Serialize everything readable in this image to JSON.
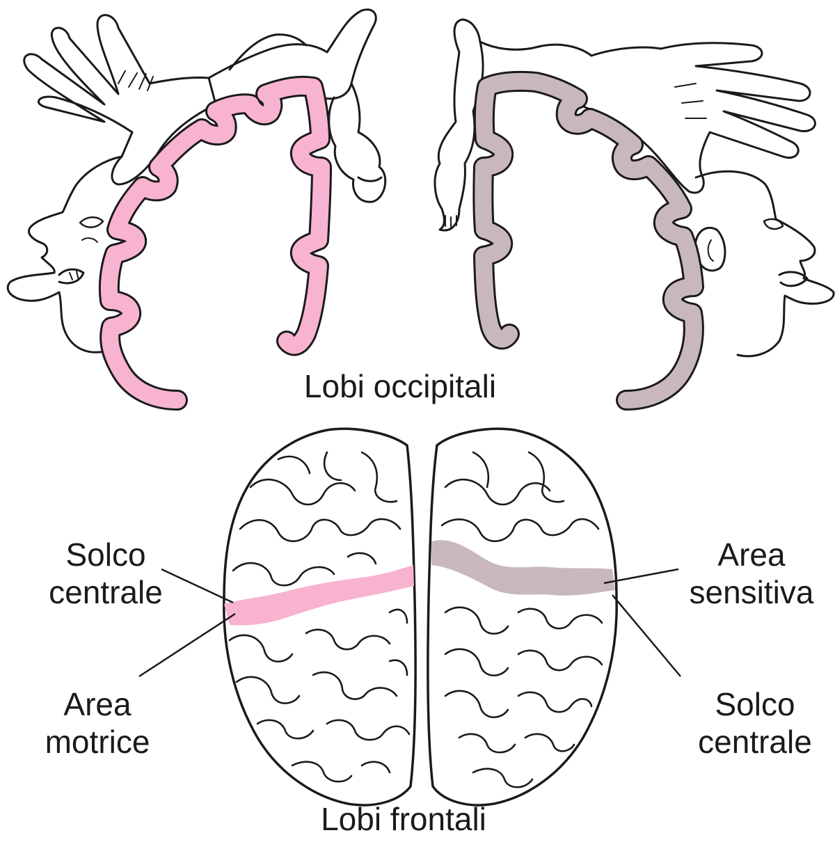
{
  "labels": {
    "occipital": "Lobi occipitali",
    "frontal": "Lobi frontali",
    "left_sulcus": [
      "Solco",
      "centrale"
    ],
    "left_area": [
      "Area",
      "motrice"
    ],
    "right_area": [
      "Area",
      "sensitiva"
    ],
    "right_sulcus": [
      "Solco",
      "centrale"
    ]
  },
  "colors": {
    "motor": "#f7b3cf",
    "sensory": "#c9b7bf",
    "ink": "#1a1a1a"
  }
}
